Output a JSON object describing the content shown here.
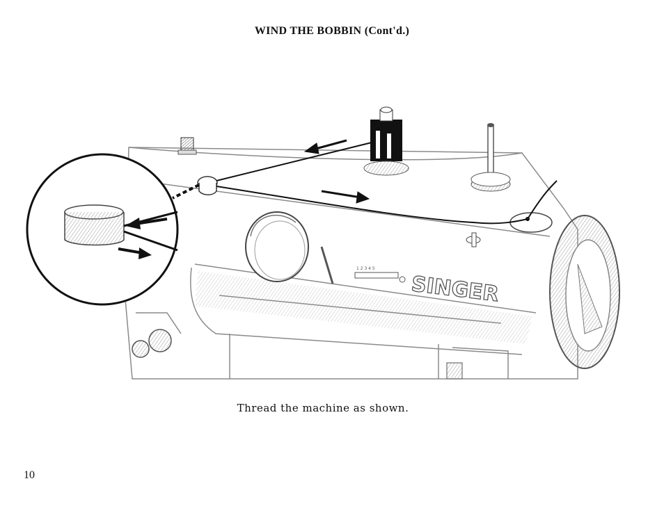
{
  "page": {
    "title": "WIND THE BOBBIN (Cont'd.)",
    "caption": "Thread the machine as shown.",
    "page_number": "10"
  },
  "illustration": {
    "brand_label": "SINGER",
    "stitch_numbers": "1 2 3 4 5",
    "colors": {
      "ink": "#111111",
      "shade": "#8a8a8a",
      "paper": "#ffffff"
    }
  }
}
